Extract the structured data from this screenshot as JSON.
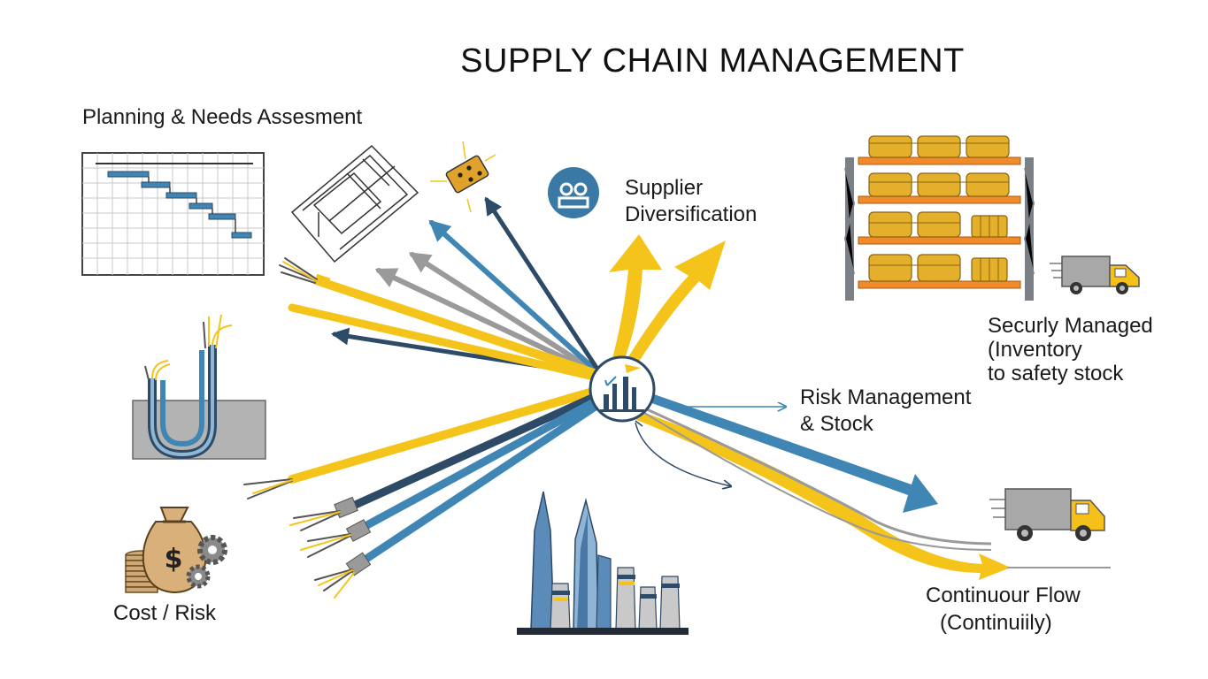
{
  "title": "SUPPLY CHAIN MANAGEMENT",
  "labels": {
    "planning": "Planning & Needs Assesment",
    "supplier_line1": "Supplier",
    "supplier_line2": "Diversification",
    "inventory_line1": "Securly Managed",
    "inventory_line2": "(Inventory",
    "inventory_line3": "to safety stock",
    "risk_line1": "Risk Management",
    "risk_line2": "& Stock",
    "flow_line1": "Continuour Flow",
    "flow_line2": "(Continuiily)",
    "cost": "Cost / Risk",
    "money_symbol": "$"
  },
  "icons": [
    "gantt-chart-icon",
    "blueprint-icon",
    "tablet-icon",
    "supplier-icon",
    "warehouse-shelf-icon",
    "delivery-truck-icon",
    "hub-icon",
    "cable-icon",
    "money-bag-icon",
    "gear-icon",
    "city-skyline-icon"
  ],
  "colors": {
    "yellow": "#f5c41b",
    "navy": "#2d4a66",
    "blue": "#3f86b4",
    "gray": "#9a9a9a",
    "orange": "#f08a2a",
    "truck_yellow": "#f4c019"
  }
}
